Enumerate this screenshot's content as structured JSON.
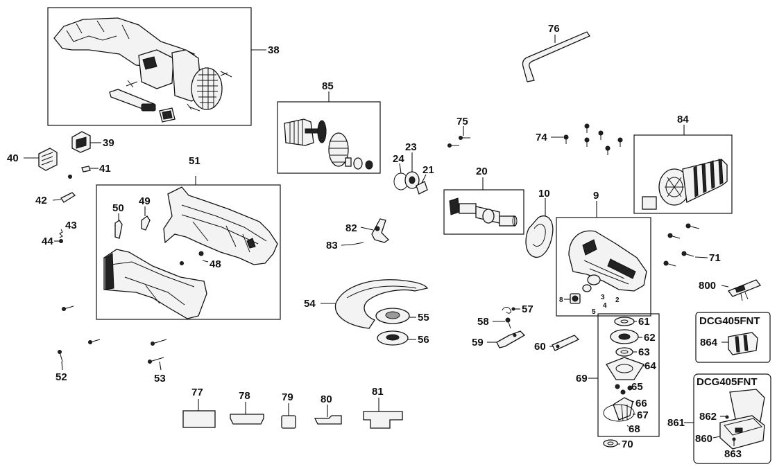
{
  "labels": {
    "p2": "2",
    "p3": "3",
    "p4": "4",
    "p5": "5",
    "p8": "8",
    "p9": "9",
    "p10": "10",
    "p20": "20",
    "p21": "21",
    "p23": "23",
    "p24": "24",
    "p38": "38",
    "p39": "39",
    "p40": "40",
    "p41": "41",
    "p42": "42",
    "p43": "43",
    "p44": "44",
    "p48": "48",
    "p49": "49",
    "p50": "50",
    "p51": "51",
    "p52": "52",
    "p53": "53",
    "p54": "54",
    "p55": "55",
    "p56": "56",
    "p57": "57",
    "p58": "58",
    "p59": "59",
    "p60": "60",
    "p61": "61",
    "p62": "62",
    "p63": "63",
    "p64": "64",
    "p65": "65",
    "p66": "66",
    "p67": "67",
    "p68": "68",
    "p69": "69",
    "p70": "70",
    "p71": "71",
    "p74": "74",
    "p75": "75",
    "p76": "76",
    "p77": "77",
    "p78": "78",
    "p79": "79",
    "p80": "80",
    "p81": "81",
    "p82": "82",
    "p83": "83",
    "p84": "84",
    "p85": "85",
    "p800": "800",
    "p860": "860",
    "p861": "861",
    "p862": "862",
    "p863": "863",
    "p864": "864"
  },
  "kit_titles": {
    "dcg405fnt_a": "DCG405FNT",
    "dcg405fnt_b": "DCG405FNT"
  }
}
